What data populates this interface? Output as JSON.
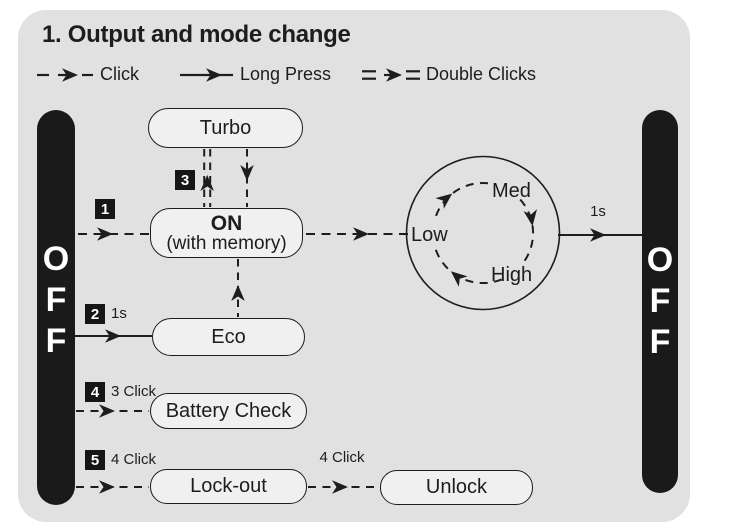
{
  "title": "1. Output and mode change",
  "legend": {
    "click": "Click",
    "long_press": "Long Press",
    "double_clicks": "Double Clicks"
  },
  "nodes": {
    "turbo": "Turbo",
    "on": "ON",
    "on_sub": "(with memory)",
    "eco": "Eco",
    "battery_check": "Battery Check",
    "lock_out": "Lock-out",
    "unlock": "Unlock"
  },
  "mode_cycle": {
    "low": "Low",
    "med": "Med",
    "high": "High"
  },
  "off_left": {
    "l1": "O",
    "l2": "F",
    "l3": "F"
  },
  "off_right": {
    "l1": "O",
    "l2": "F",
    "l3": "F"
  },
  "steps": {
    "s1": "1",
    "s2": "2",
    "s3": "3",
    "s4": "4",
    "s5": "5"
  },
  "step_labels": {
    "s2": "1s",
    "s4": "3 Click",
    "s5": "4 Click"
  },
  "annotations": {
    "auto_off_timer": "1s",
    "unlock_clicks": "4 Click"
  },
  "colors": {
    "panel_bg": "#e1e1e1",
    "ink": "#1d1d1d",
    "node_fill": "#f0f0f0",
    "off_bar": "#1a1a1a",
    "badge_bg": "#161616",
    "badge_text": "#ffffff"
  }
}
